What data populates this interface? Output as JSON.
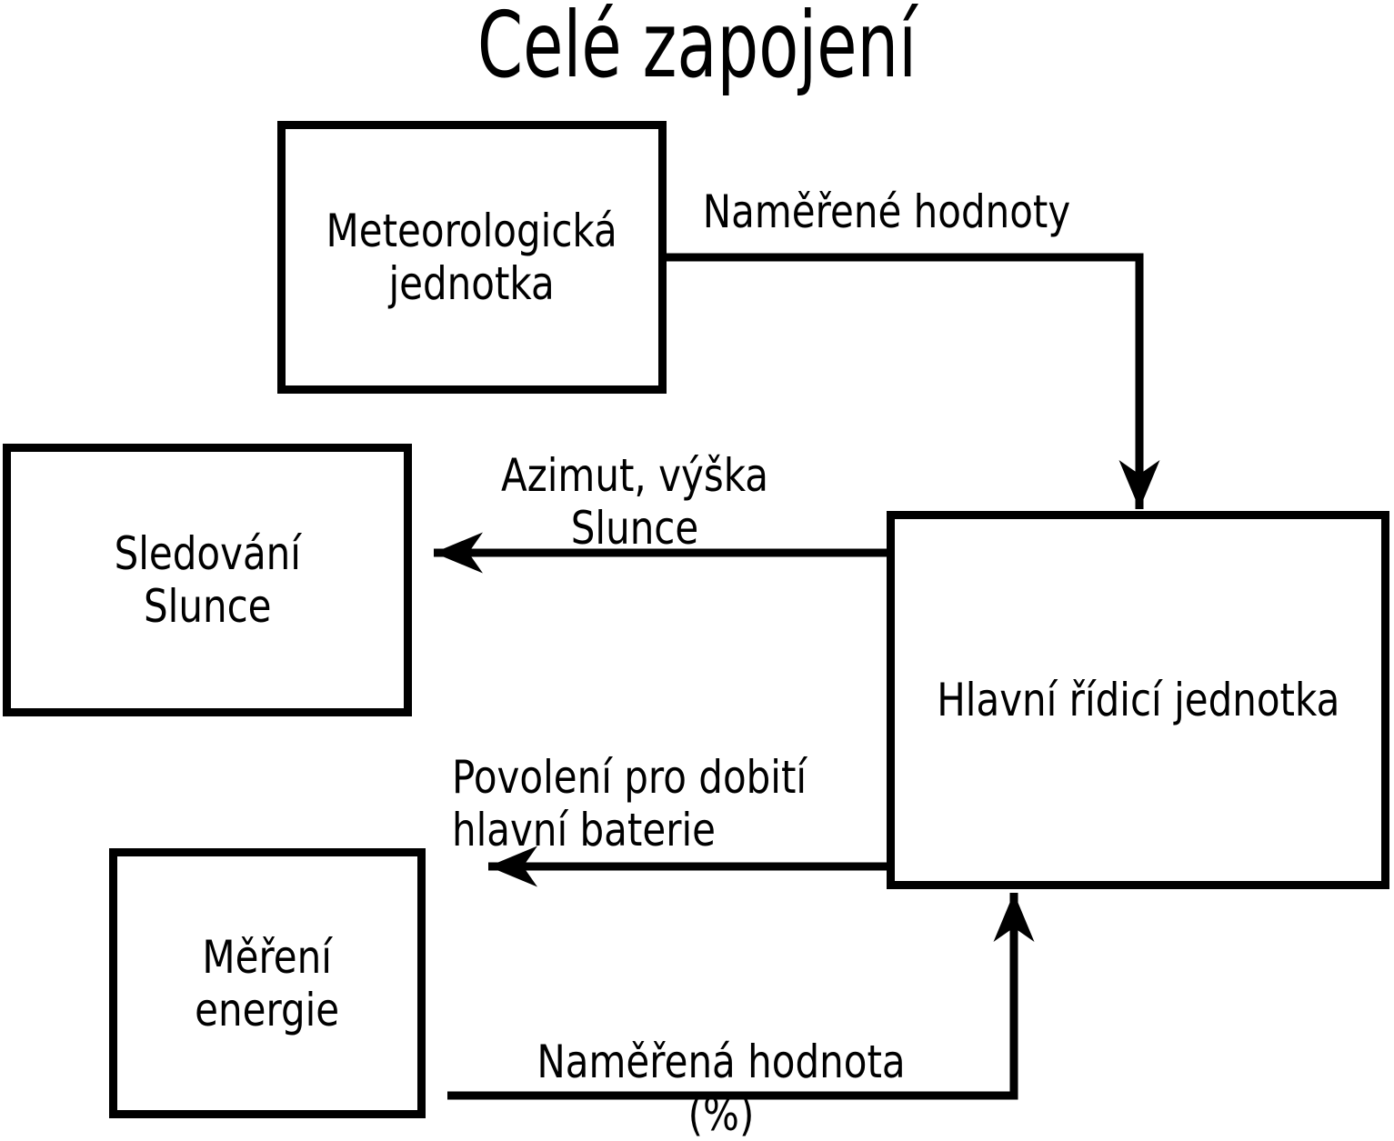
{
  "title": "Celé zapojení",
  "colors": {
    "ink": "#000000",
    "background": "#ffffff"
  },
  "boxes": {
    "meteorological_unit": {
      "label": "Meteorologická\njednotka"
    },
    "sun_tracking": {
      "label": "Sledování\nSlunce"
    },
    "energy_measurement": {
      "label": "Měření\nenergie"
    },
    "main_control_unit": {
      "label": "Hlavní řídicí jednotka"
    }
  },
  "arrows": {
    "measured_values": {
      "label": "Naměřené hodnoty"
    },
    "sun_azimuth": {
      "label": "Azimut, výška Slunce"
    },
    "charge_permission": {
      "label": "Povolení pro dobití\nhlavní baterie"
    },
    "measured_percent": {
      "label": "Naměřená hodnota (%)"
    }
  }
}
